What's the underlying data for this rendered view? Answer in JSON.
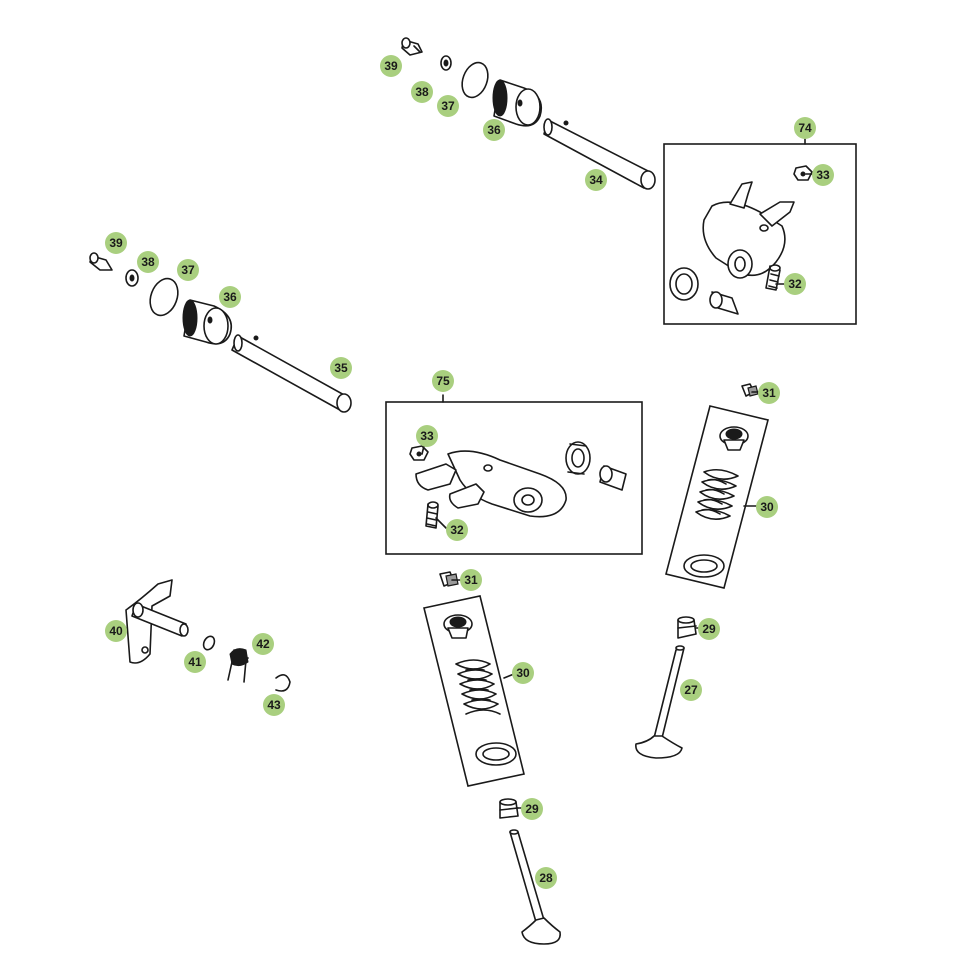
{
  "colors": {
    "callout_fill": "#a9cf7f",
    "line": "#1a1a1a",
    "background": "#ffffff"
  },
  "callouts": {
    "c39a": "39",
    "c38a": "38",
    "c37a": "37",
    "c36a": "36",
    "c34": "34",
    "c74": "74",
    "c33a": "33",
    "c32a": "32",
    "c39b": "39",
    "c38b": "38",
    "c37b": "37",
    "c36b": "36",
    "c35": "35",
    "c75": "75",
    "c33b": "33",
    "c32b": "32",
    "c31a": "31",
    "c30a": "30",
    "c29a": "29",
    "c27": "27",
    "c31b": "31",
    "c30b": "30",
    "c29b": "29",
    "c28": "28",
    "c40": "40",
    "c41": "41",
    "c42": "42",
    "c43": "43"
  }
}
